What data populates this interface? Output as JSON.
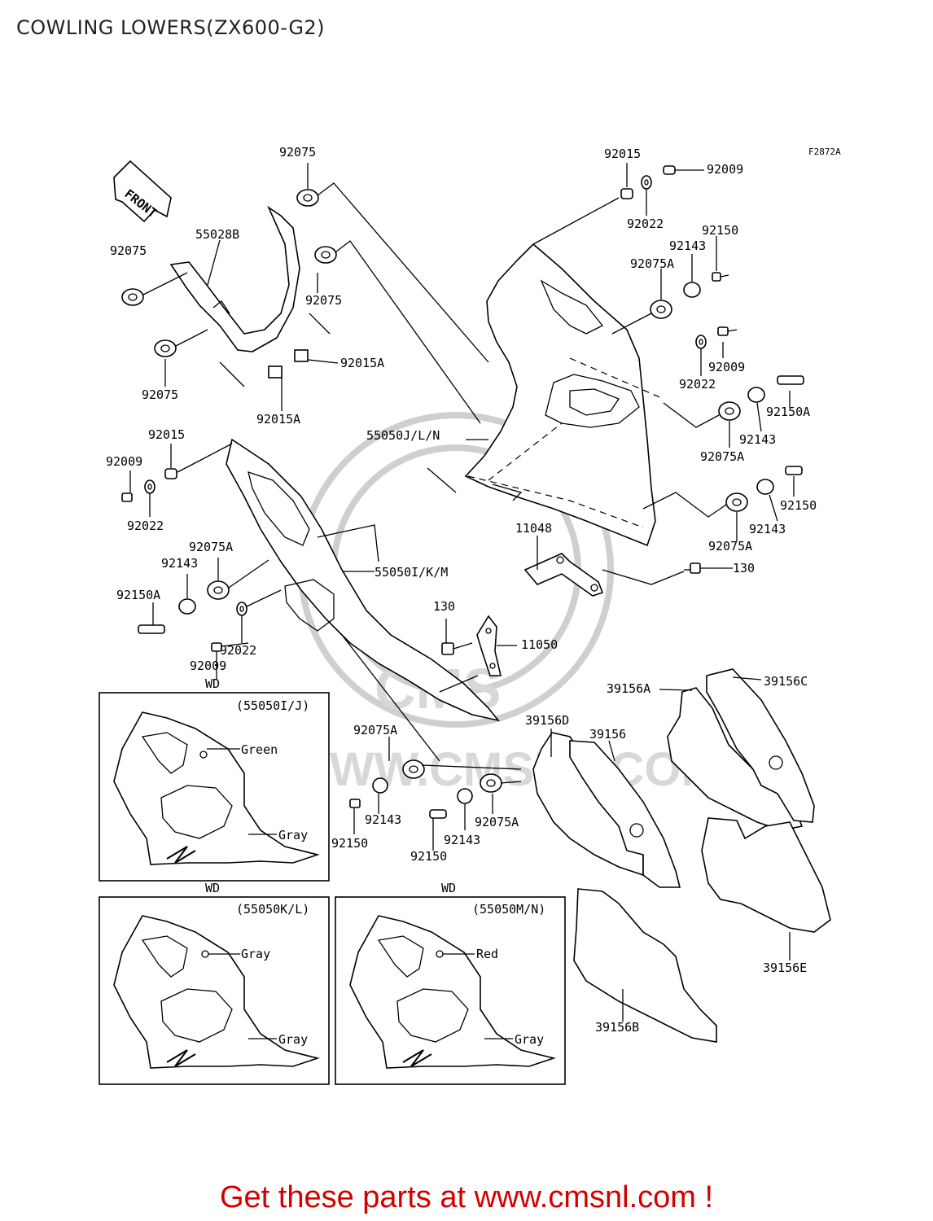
{
  "title": "COWLING LOWERS(ZX600-G2)",
  "footer": "Get these parts at www.cmsnl.com !",
  "figure_code": "F2872A",
  "front_arrow_label": "FRONT",
  "watermark": "WWW.CMSNL.COM",
  "watermark_logo": "CMS",
  "parts": {
    "p92075_a": "92075",
    "p92075_b": "92075",
    "p92075_c": "92075",
    "p92075_d": "92075",
    "p55028B": "55028B",
    "p92015A_a": "92015A",
    "p92015A_b": "92015A",
    "p92015_a": "92015",
    "p92015_b": "92015",
    "p92009_a": "92009",
    "p92009_b": "92009",
    "p92009_c": "92009",
    "p92022_a": "92022",
    "p92022_b": "92022",
    "p92022_c": "92022",
    "p92022_d": "92022",
    "p92150_a": "92150",
    "p92150_b": "92150",
    "p92150_c": "92150",
    "p92150_d": "92150",
    "p92143_a": "92143",
    "p92143_b": "92143",
    "p92143_c": "92143",
    "p92143_d": "92143",
    "p92143_e": "92143",
    "p92143_f": "92143",
    "p92075A_a": "92075A",
    "p92075A_b": "92075A",
    "p92075A_c": "92075A",
    "p92075A_d": "92075A",
    "p92075A_e": "92075A",
    "p92075A_f": "92075A",
    "p92150A_a": "92150A",
    "p92150A_b": "92150A",
    "p55050JLN": "55050J/L/N",
    "p55050IKM": "55050I/K/M",
    "p11048": "11048",
    "p130_a": "130",
    "p130_b": "130",
    "p11050": "11050",
    "p39156A": "39156A",
    "p39156C": "39156C",
    "p39156D": "39156D",
    "p39156": "39156",
    "p39156E": "39156E",
    "p39156B": "39156B"
  },
  "insets": [
    {
      "wd": "WD",
      "variant": "(55050I/J)",
      "upper_color": "Green",
      "lower_color": "Gray"
    },
    {
      "wd": "WD",
      "variant": "(55050K/L)",
      "upper_color": "Gray",
      "lower_color": "Gray"
    },
    {
      "wd": "WD",
      "variant": "(55050M/N)",
      "upper_color": "Red",
      "lower_color": "Gray"
    }
  ]
}
